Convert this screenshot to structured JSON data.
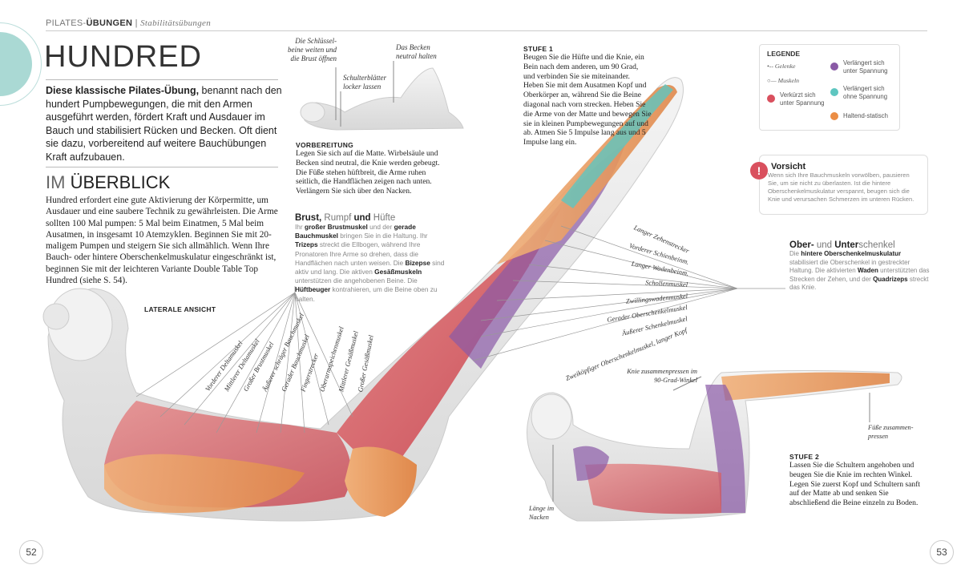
{
  "header": {
    "section": "PILATES-",
    "section_bold": "ÜBUNGEN",
    "separator": "|",
    "subsection": "Stabilitätsübungen"
  },
  "title": "HUNDRED",
  "intro": {
    "bold": "Diese klassische Pilates-Übung,",
    "text": " benannt nach den hundert Pumpbewegungen, die mit den Armen ausgeführt werden, fördert Kraft und Ausdauer im Bauch und stabilisiert Rücken und Becken. Oft dient sie dazu, vorbereitend auf weitere Bauchübungen Kraft aufzubauen."
  },
  "overview": {
    "heading_thin": "IM ",
    "heading_bold": "ÜBERBLICK",
    "text": "Hundred erfordert eine gute Aktivierung der Körpermitte, um Ausdauer und eine saubere Technik zu gewährleisten. Die Arme sollten 100 Mal pumpen: 5 Mal beim Einatmen, 5 Mal beim Ausatmen, in insgesamt 10 Atemzyklen. Beginnen Sie mit 20-maligem Pumpen und steigern Sie sich allmählich. Wenn Ihre Bauch- oder hintere Oberschenkelmuskulatur eingeschränkt ist, beginnen Sie mit der leichteren Variante Double Table Top Hundred (siehe S. 54)."
  },
  "prep": {
    "notes": [
      "Die Schlüssel-beine weiten und die Brust öffnen",
      "Schulterblätter locker lassen",
      "Das Becken neutral halten"
    ],
    "title": "VORBEREITUNG",
    "text": "Legen Sie sich auf die Matte. Wirbelsäule und Becken sind neutral, die Knie werden gebeugt. Die Füße stehen hüftbreit, die Arme ruhen seitlich, die Handflächen zeigen nach unten. Verlängern Sie sich über den Nacken."
  },
  "step1": {
    "title": "STUFE 1",
    "text": "Beugen Sie die Hüfte und die Knie, ein Bein nach dem anderen, um 90 Grad, und verbinden Sie sie miteinander. Heben Sie mit dem Ausatmen Kopf und Oberkörper an, während Sie die Beine diagonal nach vorn strecken. Heben Sie die Arme von der Matte und bewegen Sie sie in kleinen Pumpbewegungen auf und ab. Atmen Sie 5 Impulse lang aus und 5 Impulse lang ein."
  },
  "legend": {
    "title": "LEGENDE",
    "joints": "Gelenke",
    "muscles": "Muskeln",
    "items": [
      {
        "label": "Verkürzt sich unter Spannung",
        "color": "#d9505e"
      },
      {
        "label": "Verlängert sich unter Spannung",
        "color": "#8a5aa6"
      },
      {
        "label": "Verlängert sich ohne Spannung",
        "color": "#5ec6c0"
      },
      {
        "label": "Haltend-statisch",
        "color": "#eb8d45"
      }
    ]
  },
  "caution": {
    "title": "Vorsicht",
    "text": "Wenn sich Ihre Bauchmuskeln vorwölben, pausieren Sie, um sie nicht zu überlasten. Ist die hintere Oberschenkelmuskulatur verspannt, beugen sich die Knie und verursachen Schmerzen im unteren Rücken."
  },
  "torso": {
    "t1": "Brust,",
    "t2": " Rumpf ",
    "t3": "und",
    "t4": " Hüfte",
    "parts": [
      "Ihr ",
      "großer Brustmuskel",
      " und der ",
      "gerade Bauchmuskel",
      " bringen Sie in die Haltung. Ihr ",
      "Trizeps",
      " streckt die Ellbogen, während Ihre Pronatoren Ihre Arme so drehen, dass die Handflächen nach unten weisen. Die ",
      "Bizepse",
      " sind aktiv und lang. Die aktiven ",
      "Gesäßmuskeln",
      " unterstützen die angehobenen Beine. Die ",
      "Hüftbeuger",
      " kontrahieren, um die Beine oben zu halten."
    ]
  },
  "legs": {
    "t1": "Ober-",
    "t2": " und ",
    "t3": "Unter",
    "t4": "schenkel",
    "parts": [
      "Die ",
      "hintere Oberschenkelmuskulatur",
      " stabilisiert die Oberschenkel in gestreckter Haltung. Die aktivierten ",
      "Waden",
      " unterstützten das Strecken der Zehen, und der ",
      "Quadrizeps",
      " streckt das Knie."
    ]
  },
  "lateral_view": "LATERALE ANSICHT",
  "upper_labels": [
    "Vorderer Deltamuskel",
    "Mittlerer Deltamuskel",
    "Großer Brustmuskel",
    "Äußerer schräger Bauchmuskel",
    "Gerader Bauchmuskel",
    "Fingerstrecker",
    "Oberarmspeichenmuskel",
    "Mittlerer Gesäßmuskel",
    "Großer Gesäßmuskel"
  ],
  "leg_labels": [
    "Langer Zehenstrecker",
    "Vorderer Schienbeinm.",
    "Langer Wadenbeinm.",
    "Schollenmuskel",
    "Zwillingswadenmuskel",
    "Gerader Oberschenkelmuskel",
    "Äußerer Schenkelmuskel",
    "Zweiköpfiger Oberschenkelmuskel, langer Kopf"
  ],
  "step2": {
    "notes": [
      "Knie zusammenpressen im 90-Grad-Winkel",
      "Füße zusammen-pressen",
      "Länge im Nacken"
    ],
    "title": "STUFE 2",
    "text": "Lassen Sie die Schultern angehoben und beugen Sie die Knie im rechten Winkel. Legen Sie zuerst Kopf und Schultern sanft auf der Matte ab und senken Sie abschließend die Beine einzeln zu Boden."
  },
  "pages": {
    "left": "52",
    "right": "53"
  }
}
